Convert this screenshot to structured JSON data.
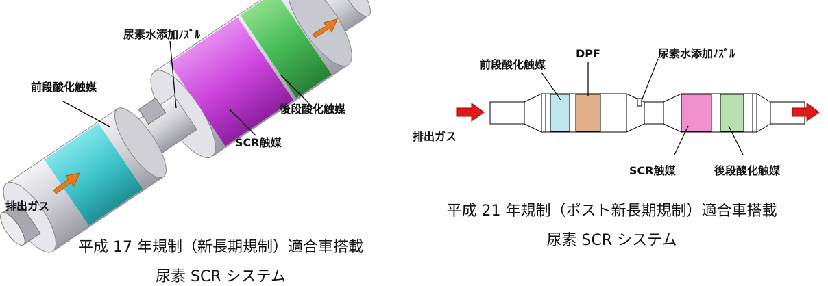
{
  "left": {
    "labels": {
      "nozzle": "尿素水添加ﾉｽﾞﾙ",
      "pre_oxidation": "前段酸化触媒",
      "post_oxidation": "後段酸化触媒",
      "scr": "SCR触媒",
      "exhaust": "排出ガス"
    },
    "caption_line1": "平成 17 年規制（新長期規制）適合車搭載",
    "caption_line2": "尿素 SCR システム",
    "colors": {
      "pre_catalyst": "#3fc6cc",
      "scr_catalyst": "#cc44dd",
      "post_catalyst": "#44bb55",
      "flow_arrow": "#e87a1f"
    }
  },
  "right": {
    "labels": {
      "pre_oxidation": "前段酸化触媒",
      "dpf": "DPF",
      "nozzle": "尿素水添加ﾉｽﾞﾙ",
      "exhaust": "排出ガス",
      "scr": "SCR触媒",
      "post_oxidation": "後段酸化触媒"
    },
    "caption_line1": "平成 21 年規制（ポスト新長期規制）適合車搭載",
    "caption_line2": "尿素 SCR システム",
    "colors": {
      "pre_catalyst": "#bfe6ee",
      "dpf": "#e0b088",
      "scr_catalyst": "#f090cc",
      "post_catalyst": "#b8e0b0",
      "flow_arrow": "#e01818"
    }
  }
}
